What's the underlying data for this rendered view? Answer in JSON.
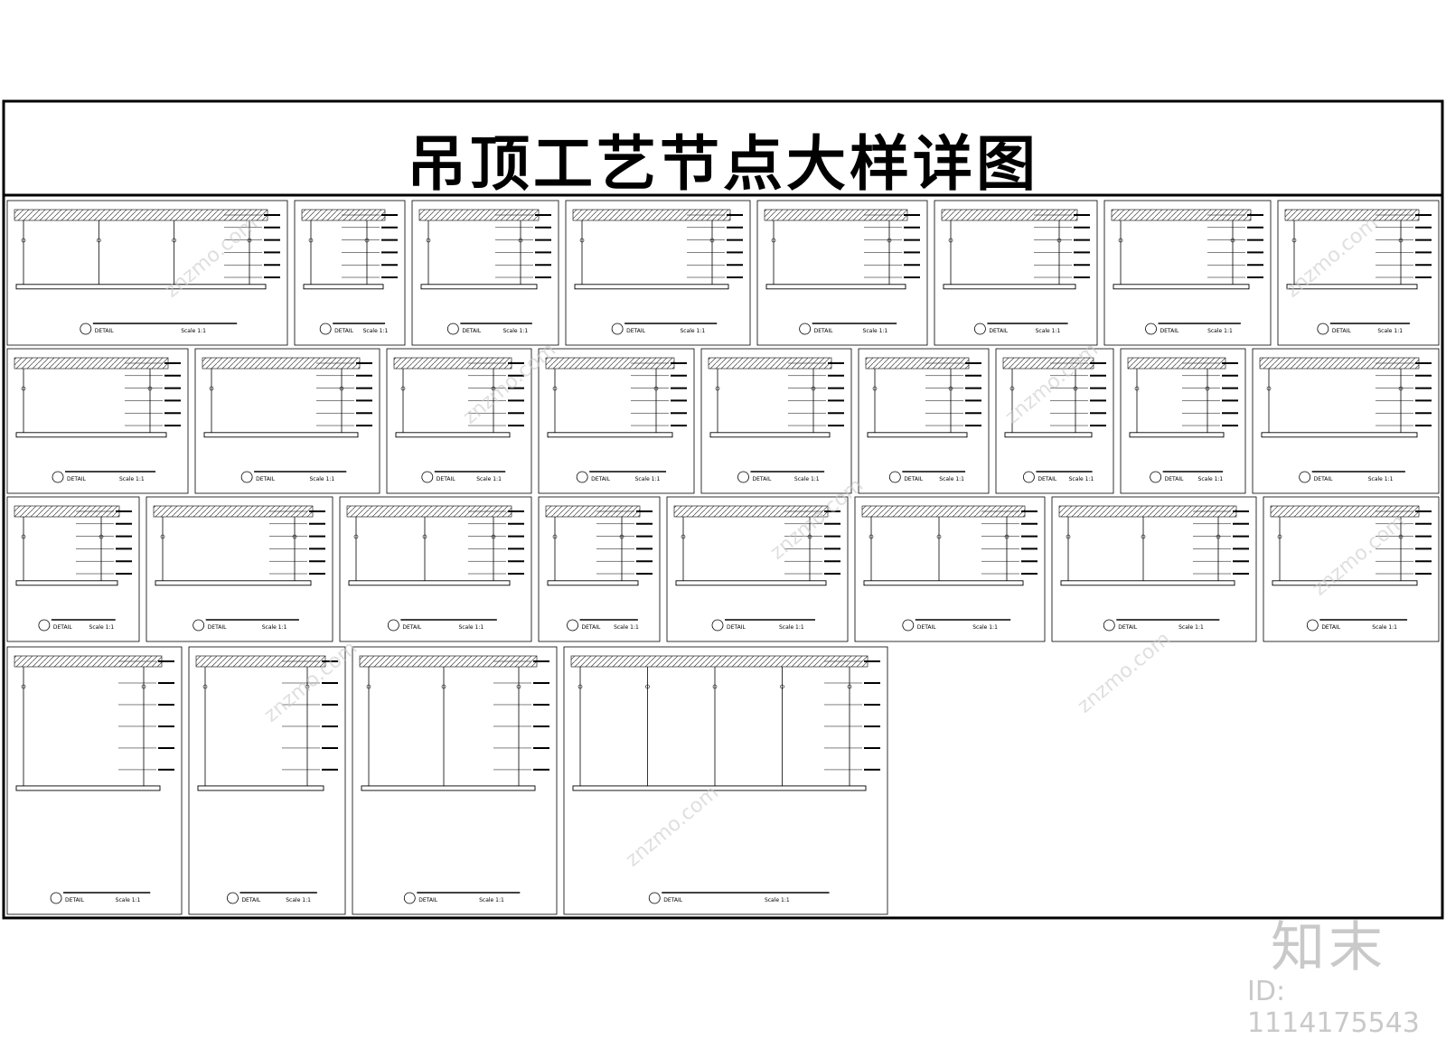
{
  "sheet": {
    "title": "吊顶工艺节点大样详图",
    "brand": "知末",
    "id_label": "ID: 1114175543",
    "watermark": "znzmo.com",
    "cell_code": "DETAIL",
    "cell_scale": "Scale 1:1"
  },
  "colors": {
    "line": "#000000",
    "hatch": "#444444",
    "watermark": "#c9c9c9"
  }
}
